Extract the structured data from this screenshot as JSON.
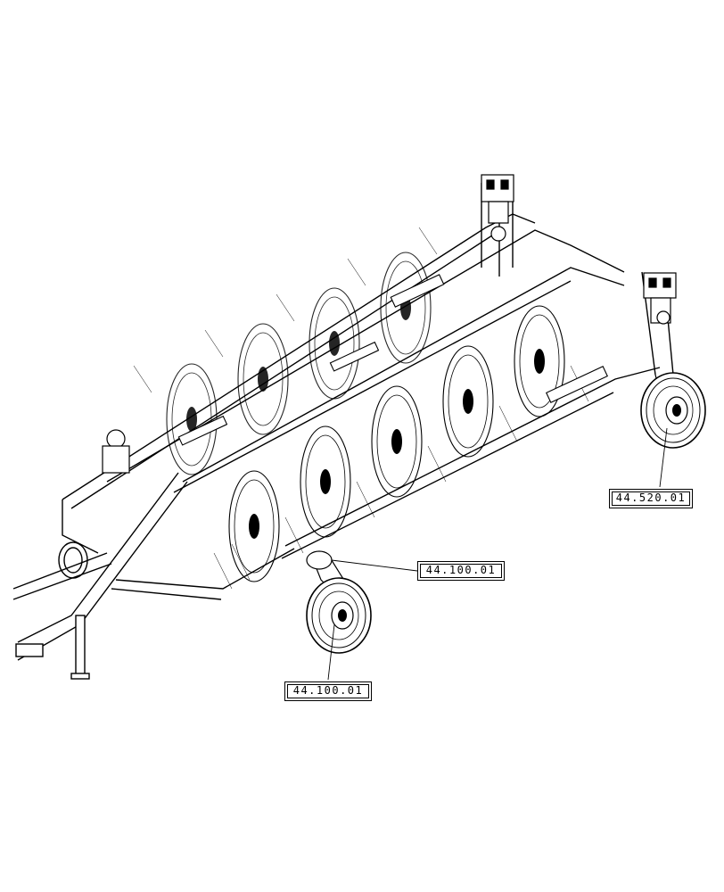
{
  "diagram": {
    "subject": "wheel rake assembly exploded view",
    "line_color": "#000000",
    "background": "#ffffff"
  },
  "callouts": [
    {
      "id": "c1",
      "label": "44.520.01"
    },
    {
      "id": "c2",
      "label": "44.100.01"
    },
    {
      "id": "c3",
      "label": "44.100.01"
    }
  ]
}
